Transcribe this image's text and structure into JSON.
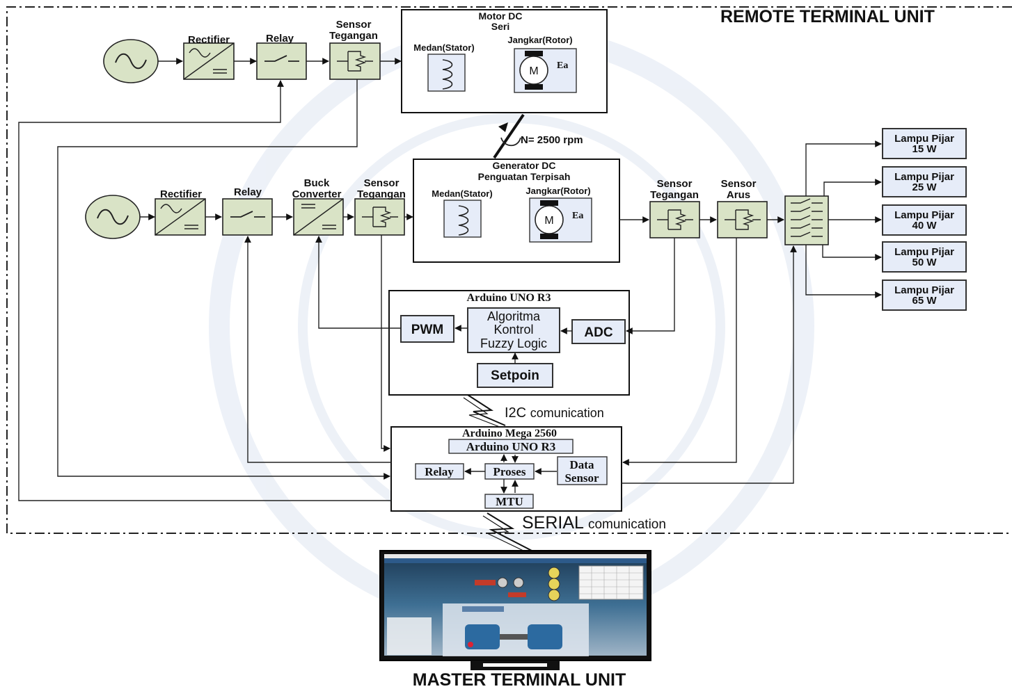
{
  "title_rtu": "REMOTE TERMINAL UNIT",
  "title_mtu": "MASTER TERMINAL UNIT",
  "top": {
    "rectifier": "Rectifier",
    "relay": "Relay",
    "sensor": [
      "Sensor",
      "Tegangan"
    ],
    "motor_title": [
      "Motor DC",
      "Seri"
    ],
    "motor_stator": "Medan(Stator)",
    "motor_rotor": "Jangkar(Rotor)",
    "rotor_symbol": "M",
    "ea": "Ea"
  },
  "speed": "N= 2500 rpm",
  "mid": {
    "rectifier": "Rectifier",
    "relay": "Relay",
    "buck": [
      "Buck",
      "Converter"
    ],
    "sensor_v": [
      "Sensor",
      "Tegangan"
    ],
    "gen_title": [
      "Generator DC",
      "Penguatan Terpisah"
    ],
    "gen_stator": "Medan(Stator)",
    "gen_rotor": "Jangkar(Rotor)",
    "rotor_symbol": "M",
    "ea": "Ea",
    "sensor_v2": [
      "Sensor",
      "Tegangan"
    ],
    "sensor_i": [
      "Sensor",
      "Arus"
    ]
  },
  "lamps": [
    [
      "Lampu Pijar",
      "15 W"
    ],
    [
      "Lampu Pijar",
      "25 W"
    ],
    [
      "Lampu Pijar",
      "40 W"
    ],
    [
      "Lampu Pijar",
      "50 W"
    ],
    [
      "Lampu Pijar",
      "65 W"
    ]
  ],
  "uno": {
    "title": "Arduino UNO R3",
    "pwm": "PWM",
    "algo": [
      "Algoritma",
      "Kontrol",
      "Fuzzy Logic"
    ],
    "adc": "ADC",
    "setpoin": "Setpoin"
  },
  "i2c": [
    "I2C",
    "comunication"
  ],
  "mega": {
    "title": "Arduino Mega 2560",
    "uno": "Arduino UNO R3",
    "relay": "Relay",
    "proses": "Proses",
    "data_sensor": [
      "Data",
      "Sensor"
    ],
    "mtu": "MTU"
  },
  "serial": [
    "SERIAL",
    "comunication"
  ],
  "colors": {
    "block_fill": "#d9e3c6",
    "inner_fill": "#e6ecf8",
    "source_fill": "#d9e3c6",
    "line": "#222222"
  }
}
